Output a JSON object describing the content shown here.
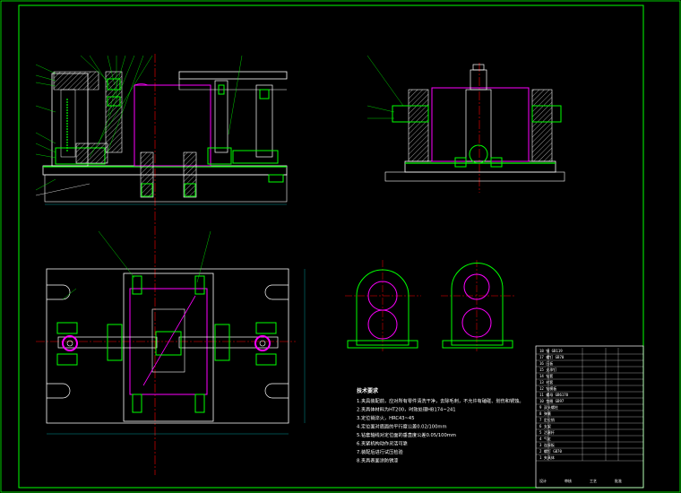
{
  "drawing": {
    "colors": {
      "background": "#000000",
      "frame": "#00ff00",
      "outline": "#ffffff",
      "part": "#ff00ff",
      "centerline": "#ff0000",
      "dimension": "#00ffff",
      "green": "#00ff00"
    },
    "tech_requirements": {
      "title": "技术要求",
      "lines": [
        "1.夹具装配前，应对所有零件清洗干净，去除毛刺，不允许有磕碰、划伤和锈蚀。",
        "2.夹具体材料为HT200，时效处理HB174~241",
        "3.定位销淬火，HRC43~45",
        "4.定位面对底面的平行度公差0.02/100mm",
        "5.钻套轴线对定位面的垂直度公差0.05/100mm",
        "6.夹紧机构动作灵活可靠",
        "7.装配后进行试压检验",
        "8.夹具表面涂防锈漆"
      ]
    },
    "title_block": {
      "rows": [
        "18 销 GB119",
        "17 螺钉 GB70",
        "16 压板",
        "15 支承钉",
        "14 钻套",
        "13 衬套",
        "12 钻模板",
        "11 螺母 GB6170",
        "10 垫圈 GB97",
        "9 双头螺柱",
        "8 弹簧",
        "7 定位销",
        "6 支架",
        "5 活塞杆",
        "4 气缸",
        "3 连接板",
        "2 螺钉 GB70",
        "1 夹具体"
      ],
      "footer": [
        "设计",
        "审核",
        "工艺",
        "批准"
      ]
    }
  }
}
